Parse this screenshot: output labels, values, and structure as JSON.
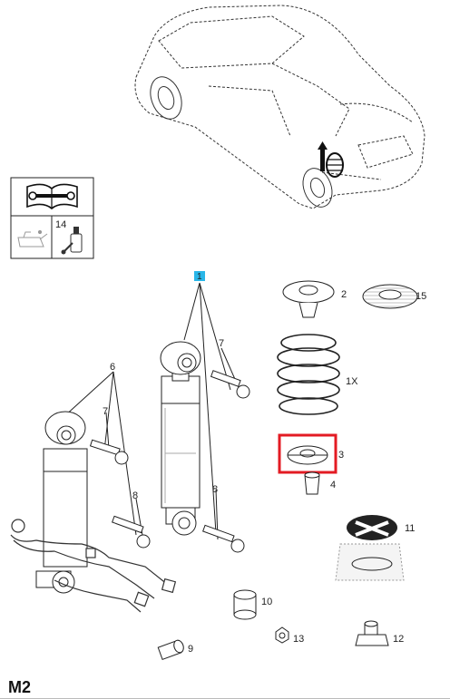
{
  "page_code": "M2",
  "info_box": {
    "part_label": "14"
  },
  "callouts": [
    {
      "id": "c1",
      "label": "1"
    },
    {
      "id": "c2",
      "label": "2"
    },
    {
      "id": "c15",
      "label": "15"
    },
    {
      "id": "c1x",
      "label": "1X"
    },
    {
      "id": "c3",
      "label": "3"
    },
    {
      "id": "c4",
      "label": "4"
    },
    {
      "id": "c6",
      "label": "6"
    },
    {
      "id": "c7a",
      "label": "7"
    },
    {
      "id": "c7b",
      "label": "7"
    },
    {
      "id": "c8a",
      "label": "8"
    },
    {
      "id": "c8b",
      "label": "8"
    },
    {
      "id": "c9",
      "label": "9"
    },
    {
      "id": "c10",
      "label": "10"
    },
    {
      "id": "c11",
      "label": "11"
    },
    {
      "id": "c12",
      "label": "12"
    },
    {
      "id": "c13",
      "label": "13"
    }
  ],
  "colors": {
    "highlight": "#e31b23",
    "marker": "#29b6e8",
    "line": "#222222"
  },
  "icons": [
    "car-outline-icon",
    "repair-manual-icon",
    "oil-can-icon",
    "lubricant-bottle-icon"
  ]
}
